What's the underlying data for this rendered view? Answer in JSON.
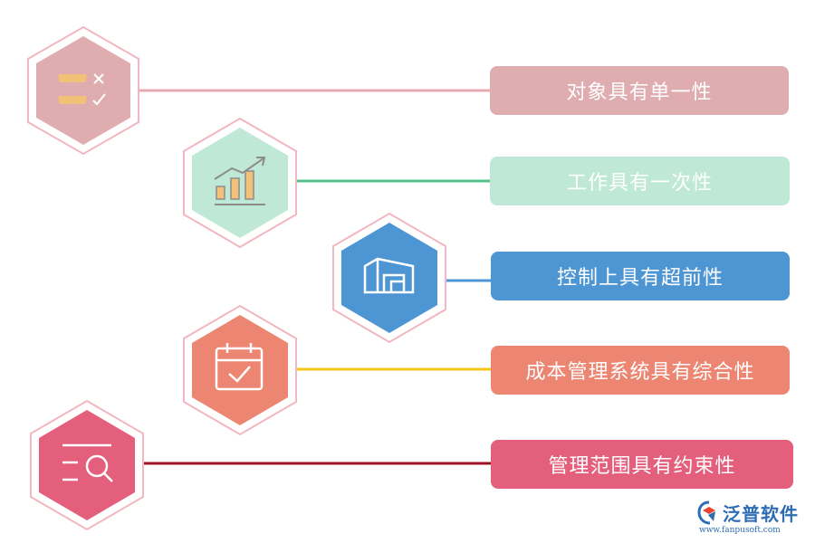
{
  "items": [
    {
      "label": "对象具有单一性",
      "icon": "checklist-icon",
      "color": "#dfadaf",
      "line_color": "#e8a9b4"
    },
    {
      "label": "工作具有一次性",
      "icon": "growth-chart-icon",
      "color": "#bfe9d6",
      "line_color": "#55c08d"
    },
    {
      "label": "控制上具有超前性",
      "icon": "building-icon",
      "color": "#4e95d4",
      "line_color": "#4e95d4"
    },
    {
      "label": "成本管理系统具有综合性",
      "icon": "calendar-check-icon",
      "color": "#ec8672",
      "line_color": "#f5c518"
    },
    {
      "label": "管理范围具有约束性",
      "icon": "search-list-icon",
      "color": "#e35f7b",
      "line_color": "#a31224"
    }
  ],
  "brand": {
    "name": "泛普软件",
    "url": "www.fanpusoft.com"
  }
}
